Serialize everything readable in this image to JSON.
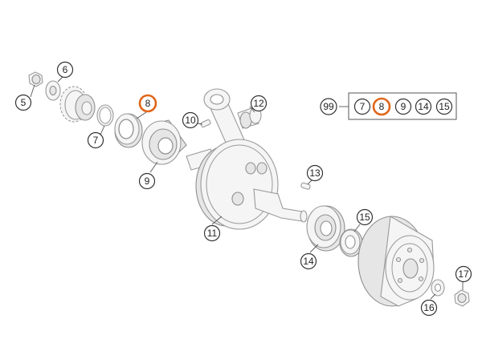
{
  "highlight_color": "#e0661a",
  "callouts": [
    {
      "id": "c5",
      "label": "5"
    },
    {
      "id": "c6",
      "label": "6"
    },
    {
      "id": "c7",
      "label": "7"
    },
    {
      "id": "c8",
      "label": "8",
      "highlight": true
    },
    {
      "id": "c9",
      "label": "9"
    },
    {
      "id": "c10",
      "label": "10"
    },
    {
      "id": "c11",
      "label": "11"
    },
    {
      "id": "c12",
      "label": "12"
    },
    {
      "id": "c13",
      "label": "13"
    },
    {
      "id": "c14",
      "label": "14"
    },
    {
      "id": "c15",
      "label": "15"
    },
    {
      "id": "c16",
      "label": "16"
    },
    {
      "id": "c17",
      "label": "17"
    }
  ],
  "kit": {
    "label": "99",
    "items": [
      {
        "label": "7"
      },
      {
        "label": "8",
        "highlight": true
      },
      {
        "label": "9"
      },
      {
        "label": "14"
      },
      {
        "label": "15"
      }
    ]
  }
}
